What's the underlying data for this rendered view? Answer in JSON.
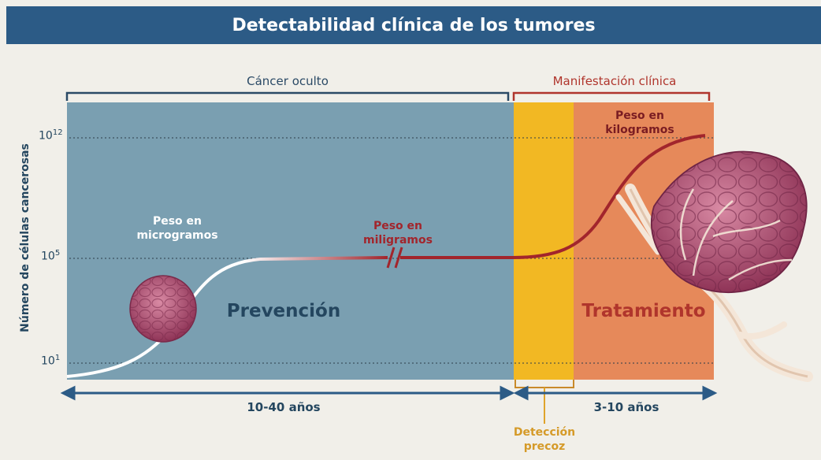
{
  "title": "Detectabilidad clínica de los tumores",
  "top_brackets": {
    "hidden": "Cáncer oculto",
    "clinical": "Manifestación clínica"
  },
  "y_axis": {
    "label": "Número de células cancerosas",
    "ticks": [
      {
        "base": "10",
        "exp": "12"
      },
      {
        "base": "10",
        "exp": "5"
      },
      {
        "base": "10",
        "exp": "1"
      }
    ]
  },
  "annotations": {
    "micro": [
      "Peso en",
      "microgramos"
    ],
    "mili": [
      "Peso en",
      "miligramos"
    ],
    "kilo": [
      "Peso en",
      "kilogramos"
    ]
  },
  "zones": {
    "prevention": "Prevención",
    "treatment": "Tratamiento"
  },
  "bottom": {
    "left_span": "10-40 años",
    "right_span": "3-10 años",
    "early_detection": [
      "Detección",
      "precoz"
    ]
  },
  "colors": {
    "title_bg": "#2c5b86",
    "prevention_bg": "#7a9fb1",
    "early_detection": "#f2b823",
    "treatment_bg": "#e6895a",
    "curve": "#a2252c",
    "hidden_bracket": "#2b4a66",
    "clinical_bracket": "#b0352c",
    "axis_text": "#24465f",
    "tumor": "#b04a6e"
  },
  "icons": [
    "small-tumor-icon",
    "large-tumor-icon",
    "axis-break-icon"
  ]
}
